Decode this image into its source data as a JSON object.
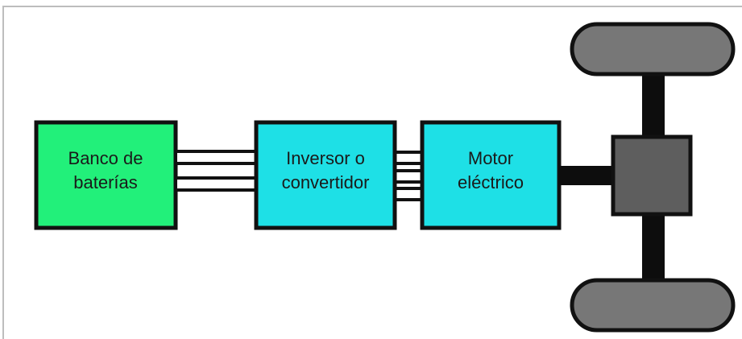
{
  "blocks": {
    "battery": {
      "line1": "Banco de",
      "line2": "baterías",
      "color": "#22f07a"
    },
    "inverter": {
      "line1": "Inversor o",
      "line2": "convertidor",
      "color": "#1ee0e6"
    },
    "motor": {
      "line1": "Motor",
      "line2": "eléctrico",
      "color": "#1ee0e6"
    }
  },
  "colors": {
    "outline": "#111111",
    "wheel": "#777777",
    "gearbox": "#5e5e5e",
    "shaft": "#0d0d0d",
    "frame": "#bdbdbd"
  }
}
